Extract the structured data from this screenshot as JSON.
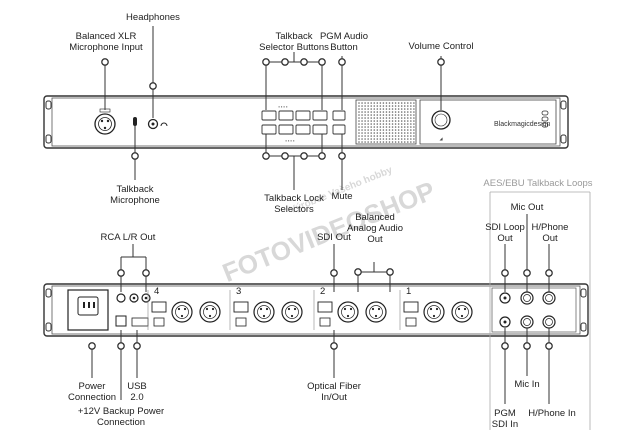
{
  "watermark": {
    "line1": "Výrobce Vašeho hobby",
    "line2": "FOTOVIDEOSHOP"
  },
  "front_panel": {
    "brand": "Blackmagicdesign",
    "labels": {
      "headphones": "Headphones",
      "balanced_xlr_1": "Balanced XLR",
      "balanced_xlr_2": "Microphone Input",
      "talkback_selector_1": "Talkback",
      "talkback_selector_2": "Selector Buttons",
      "pgm_audio_1": "PGM Audio",
      "pgm_audio_2": "Button",
      "volume_control": "Volume Control",
      "talkback_mic_1": "Talkback",
      "talkback_mic_2": "Microphone",
      "talkback_lock_1": "Talkback Lock",
      "talkback_lock_2": "Selectors",
      "mute": "Mute"
    }
  },
  "rear_panel": {
    "labels": {
      "rca_out": "RCA L/R Out",
      "sdi_out": "SDI Out",
      "balanced_analog_1": "Balanced",
      "balanced_analog_2": "Analog Audio",
      "balanced_analog_3": "Out",
      "aes_ebu": "AES/EBU Talkback Loops",
      "mic_out": "Mic Out",
      "sdi_loop_1": "SDI Loop",
      "sdi_loop_2": "Out",
      "hphone_out_1": "H/Phone",
      "hphone_out_2": "Out",
      "power_1": "Power",
      "power_2": "Connection",
      "backup_power_1": "+12V Backup Power",
      "backup_power_2": "Connection",
      "usb_1": "USB",
      "usb_2": "2.0",
      "optical_1": "Optical Fiber",
      "optical_2": "In/Out",
      "mic_in": "Mic In",
      "pgm_sdi_1": "PGM",
      "pgm_sdi_2": "SDI In",
      "hphone_in": "H/Phone In"
    },
    "channels": [
      "4",
      "3",
      "2",
      "1"
    ]
  }
}
